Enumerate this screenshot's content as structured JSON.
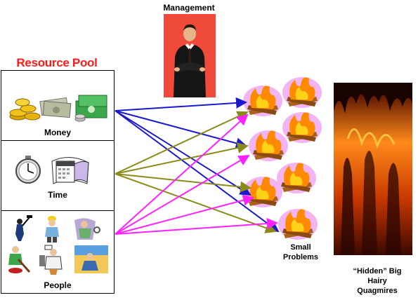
{
  "management": {
    "title": "Management"
  },
  "resource_pool": {
    "title": "Resource Pool",
    "sections": [
      {
        "label": "Money"
      },
      {
        "label": "Time"
      },
      {
        "label": "People"
      }
    ]
  },
  "small_problems": {
    "label_line1": "Small",
    "label_line2": "Problems"
  },
  "quagmires": {
    "label_line1": "“Hidden” Big",
    "label_line2": "Hairy",
    "label_line3": "Quagmires"
  },
  "colors": {
    "money_arrows": "#1a1acc",
    "time_arrows": "#8a8a1a",
    "people_arrows": "#ff22ff",
    "pool_title": "#ff1a1a",
    "management_bg": "#f04a3a"
  }
}
